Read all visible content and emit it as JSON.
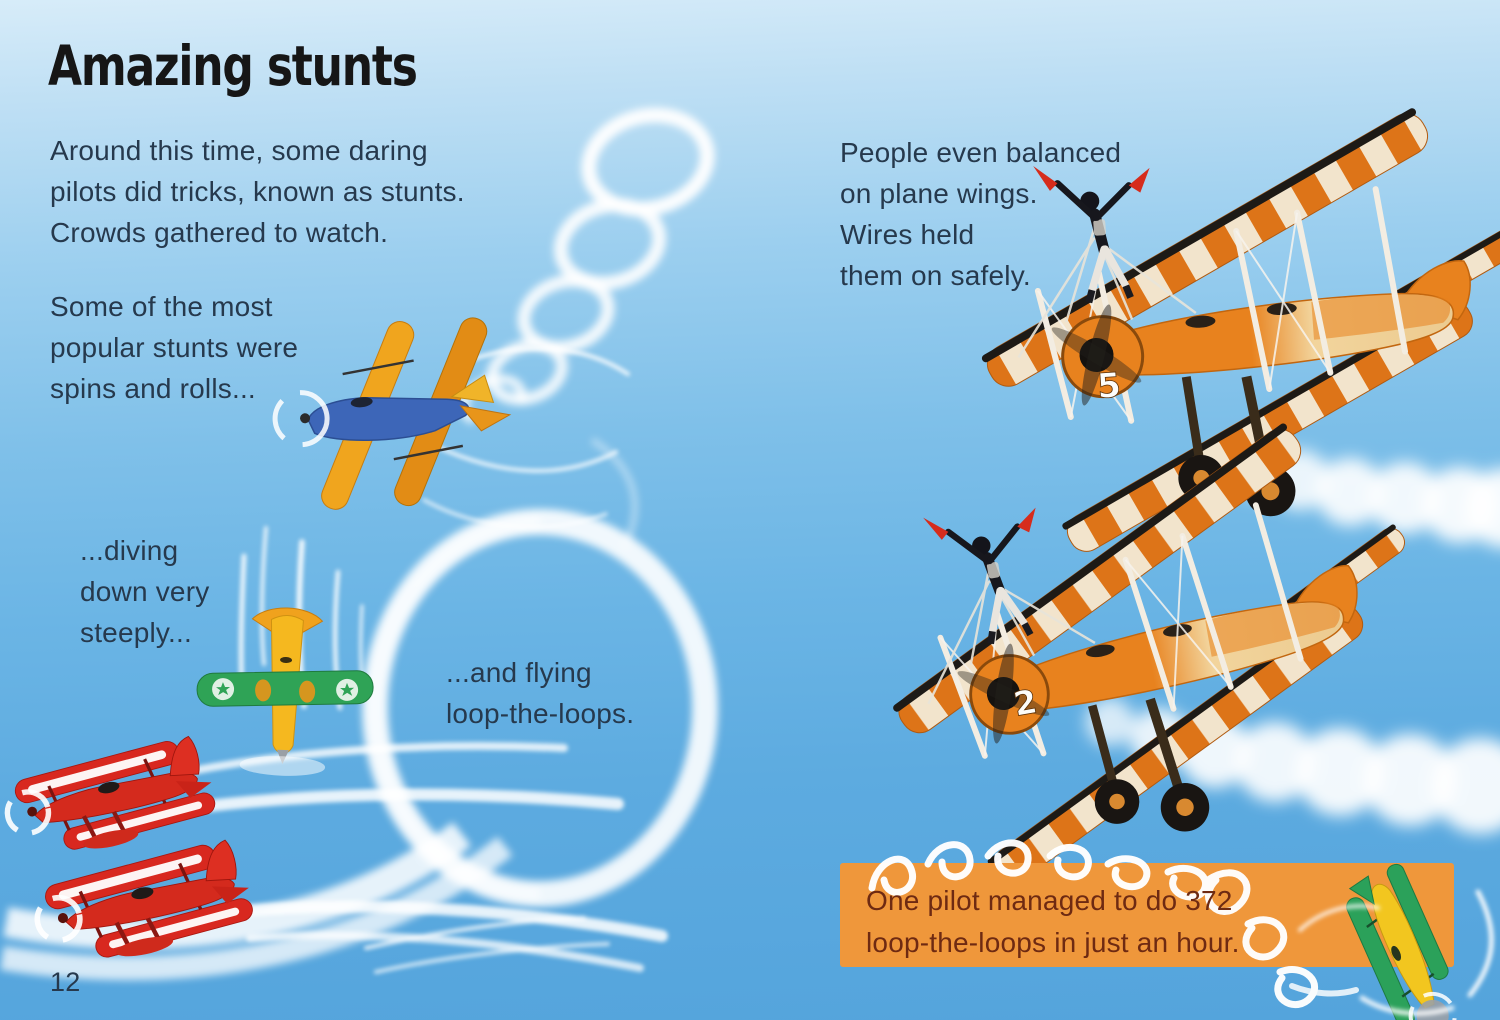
{
  "colors": {
    "sky_top": "#d7ecf9",
    "sky_mid": "#7fc0e9",
    "sky_bottom": "#54a4dc",
    "title_text": "#161616",
    "body_text": "#26394d",
    "fact_box_bg": "#ef973b",
    "fact_box_text": "#6e2a12",
    "smoke_white": "#ffffff"
  },
  "page": {
    "title": "Amazing stunts",
    "page_number": "12"
  },
  "left_page": {
    "intro": "Around this time, some daring\npilots did tricks, known as stunts.\nCrowds gathered to watch.",
    "stunts": "Some of the most\npopular stunts were\nspins and rolls...",
    "diving_caption": "...diving\ndown very\nsteeply...",
    "loops_caption": "...and flying\nloop-the-loops."
  },
  "right_page": {
    "wing_walkers": "People even balanced\non plane wings.\nWires held\nthem on safely.",
    "fact": "One pilot managed to do 372\nloop-the-loops in just an hour."
  },
  "photo": {
    "plane1_number": "5",
    "plane2_number": "2"
  }
}
